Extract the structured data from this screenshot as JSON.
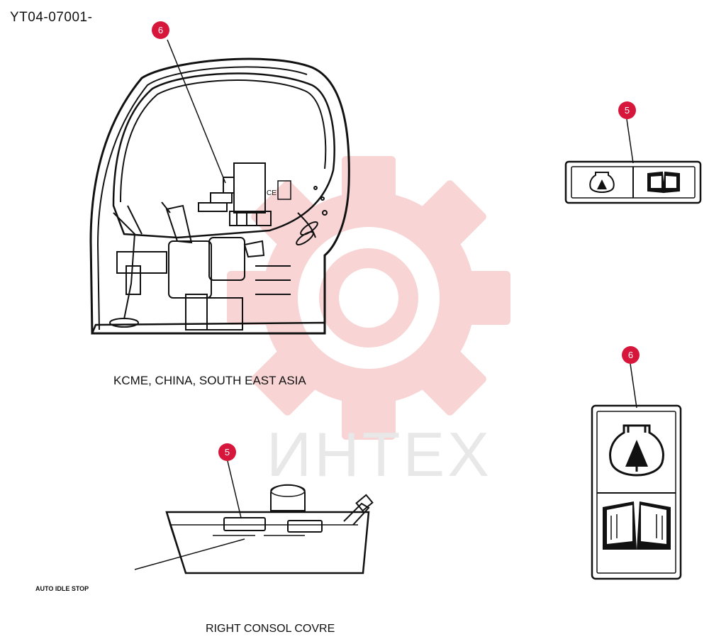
{
  "document": {
    "code": "YT04-07001-"
  },
  "captions": {
    "region": "KCME, CHINA, SOUTH EAST ASIA",
    "console": "RIGHT CONSOL COVRE",
    "auto_idle_stop": "AUTO IDLE STOP"
  },
  "callouts": {
    "cab_decal": "6",
    "small_decal": "5",
    "large_decal": "6",
    "console_decal": "5"
  },
  "watermark": {
    "text": "ИНТЕХ",
    "gear_color": "#f6c9c9"
  },
  "colors": {
    "callout": "#d6163b",
    "line": "#111111"
  },
  "icons": [
    "engine-idle-icon",
    "manual-book-icon"
  ]
}
